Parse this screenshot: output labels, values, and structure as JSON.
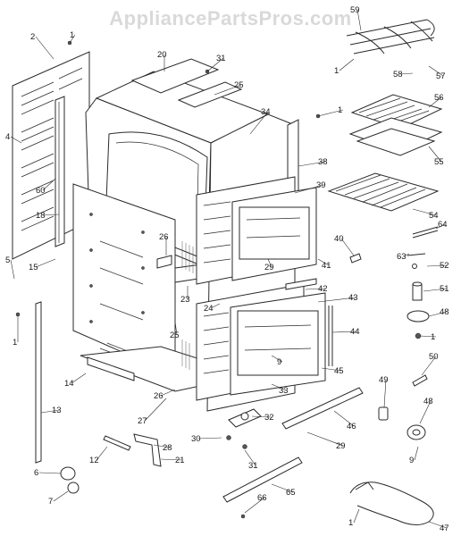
{
  "watermark": "AppliancePartsPros.com",
  "callouts": [
    "1",
    "2",
    "4",
    "5",
    "6",
    "7",
    "9",
    "12",
    "13",
    "14",
    "15",
    "18",
    "20",
    "21",
    "23",
    "24",
    "25",
    "26",
    "27",
    "28",
    "29",
    "30",
    "31",
    "32",
    "33",
    "34",
    "38",
    "39",
    "40",
    "41",
    "42",
    "43",
    "44",
    "45",
    "46",
    "47",
    "48",
    "49",
    "50",
    "51",
    "52",
    "54",
    "55",
    "56",
    "57",
    "58",
    "59",
    "60",
    "63",
    "64",
    "65",
    "66"
  ],
  "colors": {
    "ink": "#2a2a2a",
    "watermark": "#d9d9d9",
    "background": "#ffffff"
  }
}
